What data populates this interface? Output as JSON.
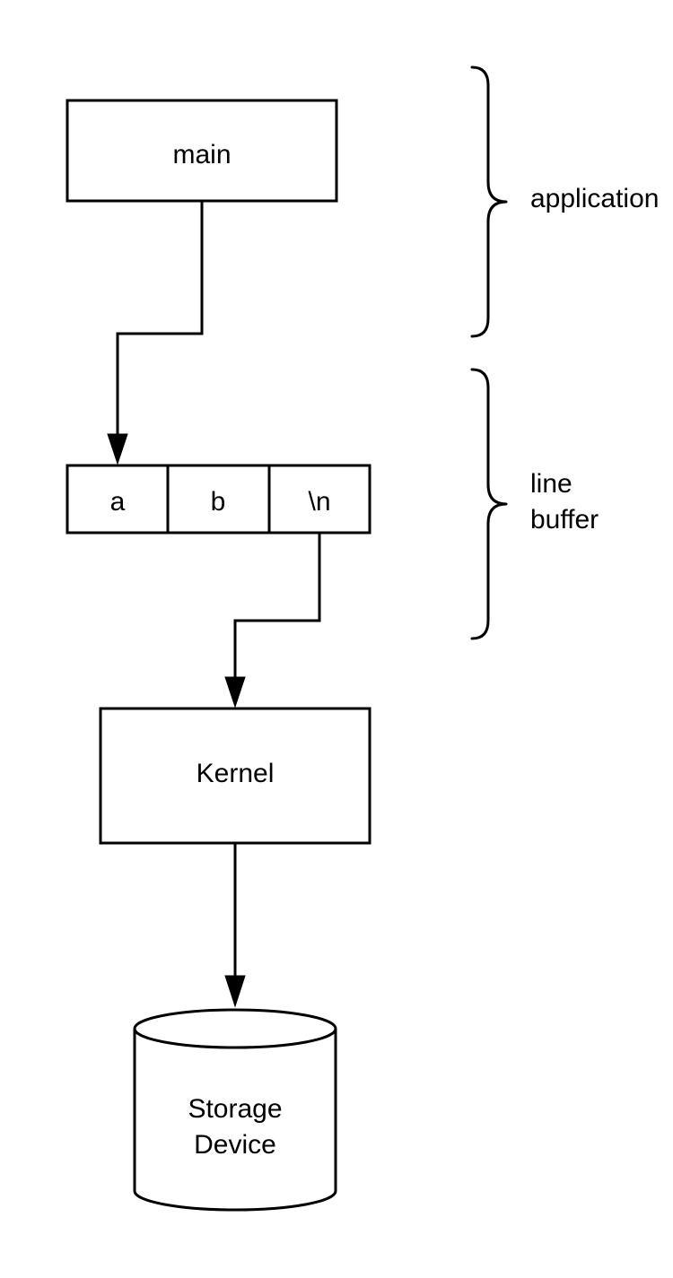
{
  "nodes": {
    "main": "main",
    "buffer_cells": [
      "a",
      "b",
      "\\n"
    ],
    "kernel": "Kernel",
    "storage": [
      "Storage",
      "Device"
    ]
  },
  "groups": {
    "application": "application",
    "line_buffer": [
      "line",
      "buffer"
    ]
  },
  "edges": [
    {
      "from": "main",
      "to": "line buffer cell a"
    },
    {
      "from": "line buffer cell \\n",
      "to": "Kernel"
    },
    {
      "from": "Kernel",
      "to": "Storage Device"
    }
  ]
}
